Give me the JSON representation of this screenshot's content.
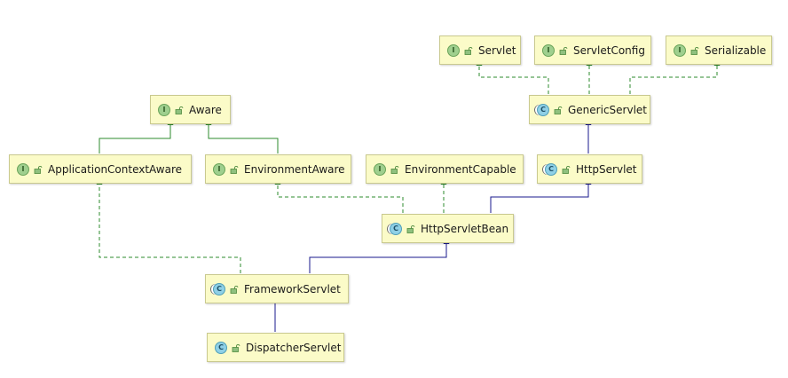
{
  "colors": {
    "node_fill": "#fbfbc8",
    "node_border": "#c9c98f",
    "implements_edge": "#2e8b2e",
    "extends_edge": "#1a1a8c",
    "interface_badge": "#9fcf8e",
    "class_badge": "#8fd0e6"
  },
  "badge_letters": {
    "interface": "I",
    "class": "C"
  },
  "icons": {
    "interface_badge": "interface-icon",
    "class_badge": "class-icon",
    "visibility": "unlock-icon"
  },
  "nodes": {
    "servlet": {
      "label": "Servlet",
      "kind": "interface"
    },
    "servletconfig": {
      "label": "ServletConfig",
      "kind": "interface"
    },
    "serializable": {
      "label": "Serializable",
      "kind": "interface"
    },
    "aware": {
      "label": "Aware",
      "kind": "interface"
    },
    "genericservlet": {
      "label": "GenericServlet",
      "kind": "abstract-class"
    },
    "appctxaware": {
      "label": "ApplicationContextAware",
      "kind": "interface"
    },
    "envaware": {
      "label": "EnvironmentAware",
      "kind": "interface"
    },
    "envcapable": {
      "label": "EnvironmentCapable",
      "kind": "interface"
    },
    "httpservlet": {
      "label": "HttpServlet",
      "kind": "abstract-class"
    },
    "httpservletbean": {
      "label": "HttpServletBean",
      "kind": "abstract-class"
    },
    "frameworkservlet": {
      "label": "FrameworkServlet",
      "kind": "abstract-class"
    },
    "dispatcherservlet": {
      "label": "DispatcherServlet",
      "kind": "class"
    }
  },
  "relationships": [
    {
      "from": "GenericServlet",
      "to": "Servlet",
      "type": "implements"
    },
    {
      "from": "GenericServlet",
      "to": "ServletConfig",
      "type": "implements"
    },
    {
      "from": "GenericServlet",
      "to": "Serializable",
      "type": "implements"
    },
    {
      "from": "ApplicationContextAware",
      "to": "Aware",
      "type": "extends"
    },
    {
      "from": "EnvironmentAware",
      "to": "Aware",
      "type": "extends"
    },
    {
      "from": "HttpServlet",
      "to": "GenericServlet",
      "type": "extends"
    },
    {
      "from": "HttpServletBean",
      "to": "HttpServlet",
      "type": "extends"
    },
    {
      "from": "HttpServletBean",
      "to": "EnvironmentAware",
      "type": "implements"
    },
    {
      "from": "HttpServletBean",
      "to": "EnvironmentCapable",
      "type": "implements"
    },
    {
      "from": "FrameworkServlet",
      "to": "HttpServletBean",
      "type": "extends"
    },
    {
      "from": "FrameworkServlet",
      "to": "ApplicationContextAware",
      "type": "implements"
    },
    {
      "from": "DispatcherServlet",
      "to": "FrameworkServlet",
      "type": "extends"
    }
  ]
}
